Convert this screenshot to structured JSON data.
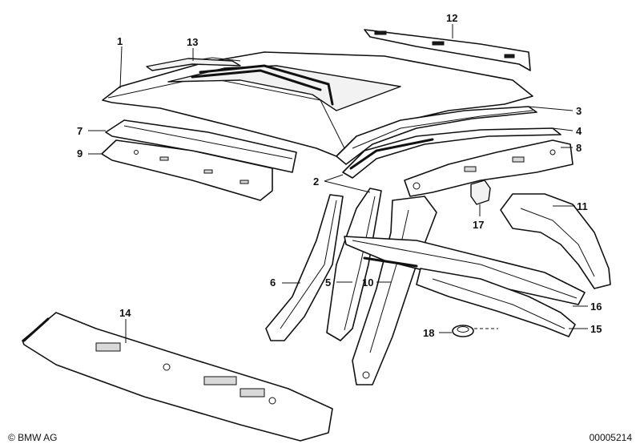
{
  "callouts": {
    "c1": "1",
    "c2": "2",
    "c3": "3",
    "c4": "4",
    "c5": "5",
    "c6": "6",
    "c7": "7",
    "c8": "8",
    "c9": "9",
    "c10": "10",
    "c11": "11",
    "c12": "12",
    "c13": "13",
    "c14": "14",
    "c15": "15",
    "c16": "16",
    "c17": "17",
    "c18": "18"
  },
  "footer": {
    "copyright": "© BMW AG",
    "document_number": "00005214"
  }
}
